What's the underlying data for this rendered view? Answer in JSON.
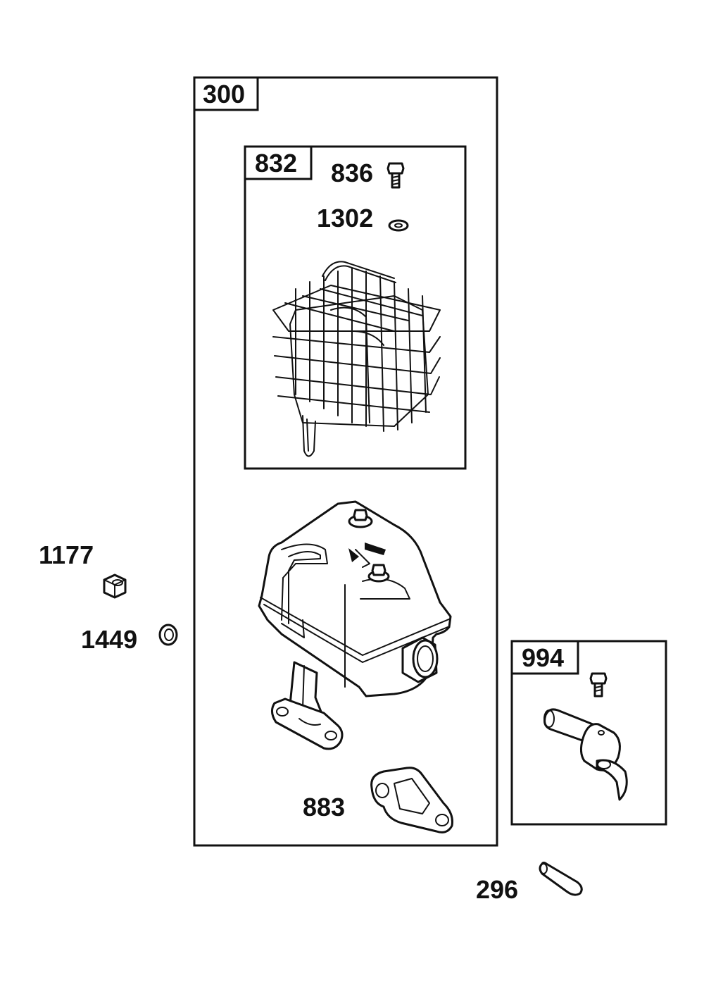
{
  "callouts": {
    "c300": "300",
    "c832": "832",
    "c836": "836",
    "c1302": "1302",
    "c1177": "1177",
    "c1449": "1449",
    "c994": "994",
    "c883": "883",
    "c296": "296"
  },
  "colors": {
    "ink": "#111111",
    "paper": "#ffffff"
  },
  "icons": {
    "bolt": "bolt-icon",
    "washer": "washer-icon",
    "nut": "hex-nut-icon",
    "guard": "muffler-guard-icon",
    "muffler": "muffler-icon",
    "gasket": "gasket-icon",
    "deflector": "deflector-icon",
    "pin": "pin-icon"
  }
}
